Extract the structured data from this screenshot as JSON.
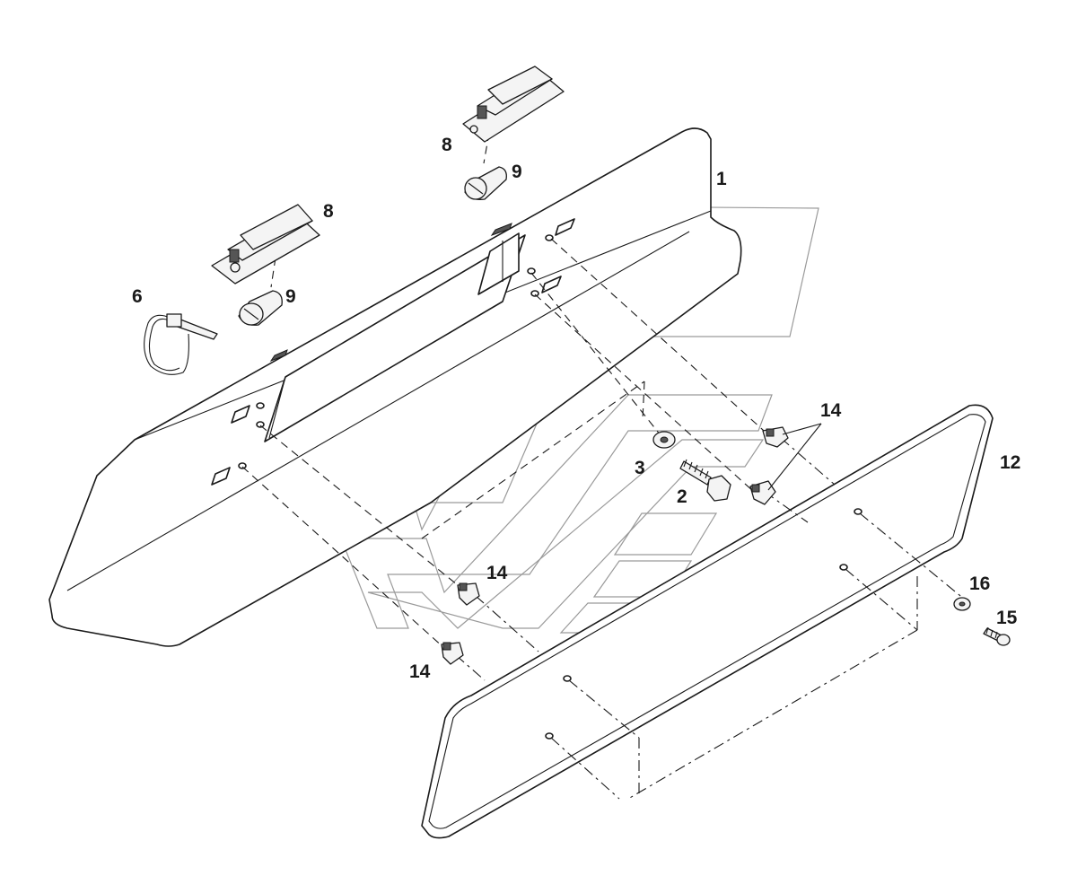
{
  "callouts": {
    "c1": "1",
    "c2": "2",
    "c3": "3",
    "c6": "6",
    "c8a": "8",
    "c8b": "8",
    "c9a": "9",
    "c9b": "9",
    "c12": "12",
    "c14a": "14",
    "c14b": "14",
    "c14c": "14",
    "c15": "15",
    "c16": "16"
  },
  "colors": {
    "line": "#1a1a1a",
    "watermark": "#9a9a9a",
    "background": "#ffffff"
  }
}
